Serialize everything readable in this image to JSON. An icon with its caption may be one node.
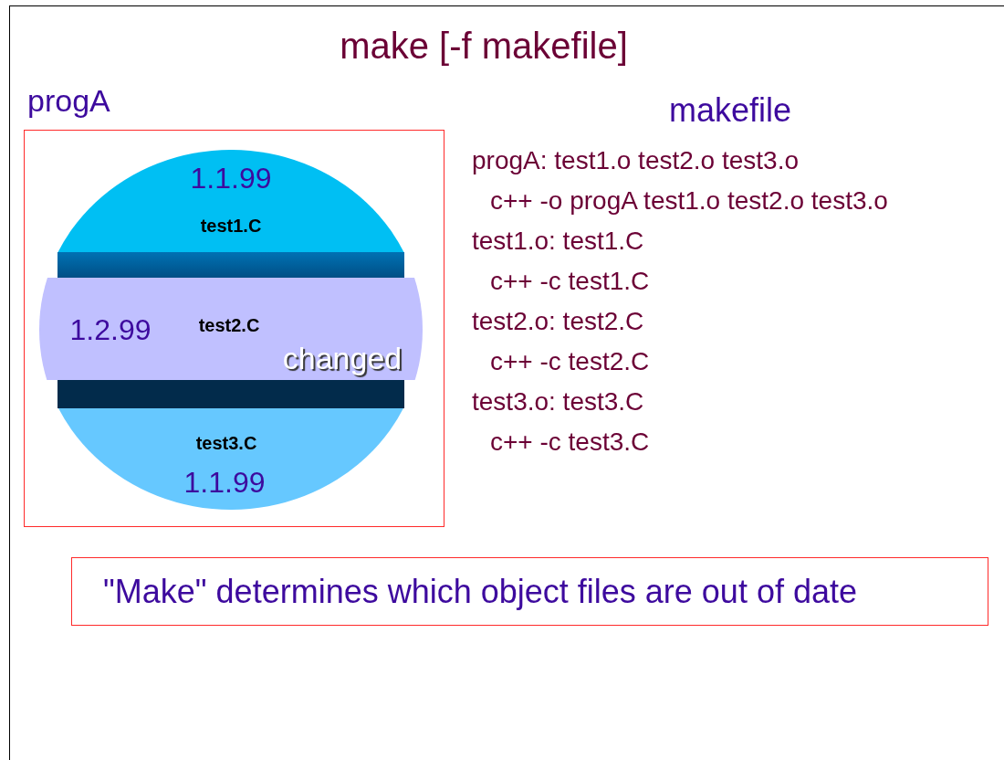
{
  "diagram": {
    "title": "make [-f makefile]",
    "nodes": [
      {
        "text": [
          "progA"
        ]
      },
      {
        "text": [
          "1.1.99",
          "test1.C"
        ],
        "in": 0
      },
      {
        "text": [
          "1.2.99",
          "test2.C",
          "changed"
        ],
        "in": 0
      },
      {
        "text": [
          "test3.C",
          "1.1.99"
        ],
        "in": 0
      },
      {
        "text": [
          "\"Make\" determines which object files are out of date"
        ]
      }
    ],
    "labels": [
      "makefile",
      "progA: test1.o test2.o test3.o",
      "c++ -o progA test1.o test2.o test3.o",
      "test1.o: test1.C",
      "c++ -c test1.C",
      "test2.o: test2.C",
      "c++ -c test2.C",
      "test3.o: test3.C",
      "c++ -c test3.C"
    ]
  }
}
